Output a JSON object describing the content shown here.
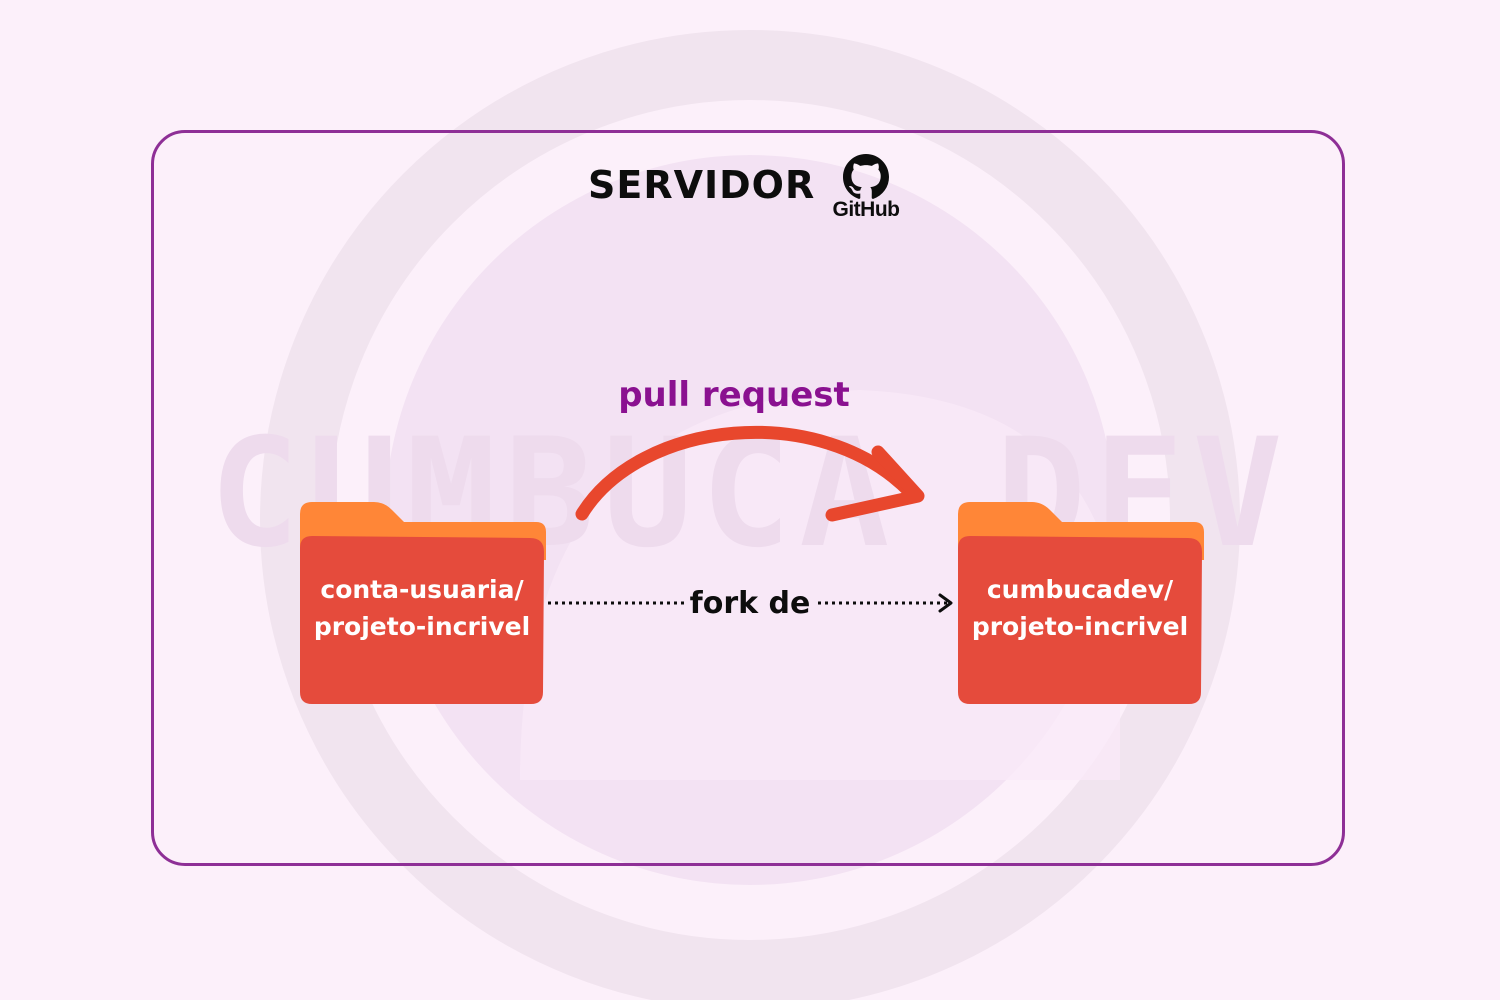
{
  "watermark": {
    "text": "CUMBUCA DEV"
  },
  "server": {
    "title": "SERVIDOR",
    "logo_text": "GitHub",
    "logo_icon": "github-octocat-icon"
  },
  "arrows": {
    "pull_request_label": "pull request",
    "fork_label": "fork de"
  },
  "folders": {
    "left": {
      "line1": "conta-usuaria/",
      "line2": "projeto-incrivel"
    },
    "right": {
      "line1": "cumbucadev/",
      "line2": "projeto-incrivel"
    }
  },
  "colors": {
    "background": "#fcf0fa",
    "border": "#8e2f96",
    "folder_body": "#e54b3c",
    "folder_tab": "#ff8637",
    "pull_request_arrow": "#e8472d",
    "pull_request_text": "#8a1190"
  }
}
